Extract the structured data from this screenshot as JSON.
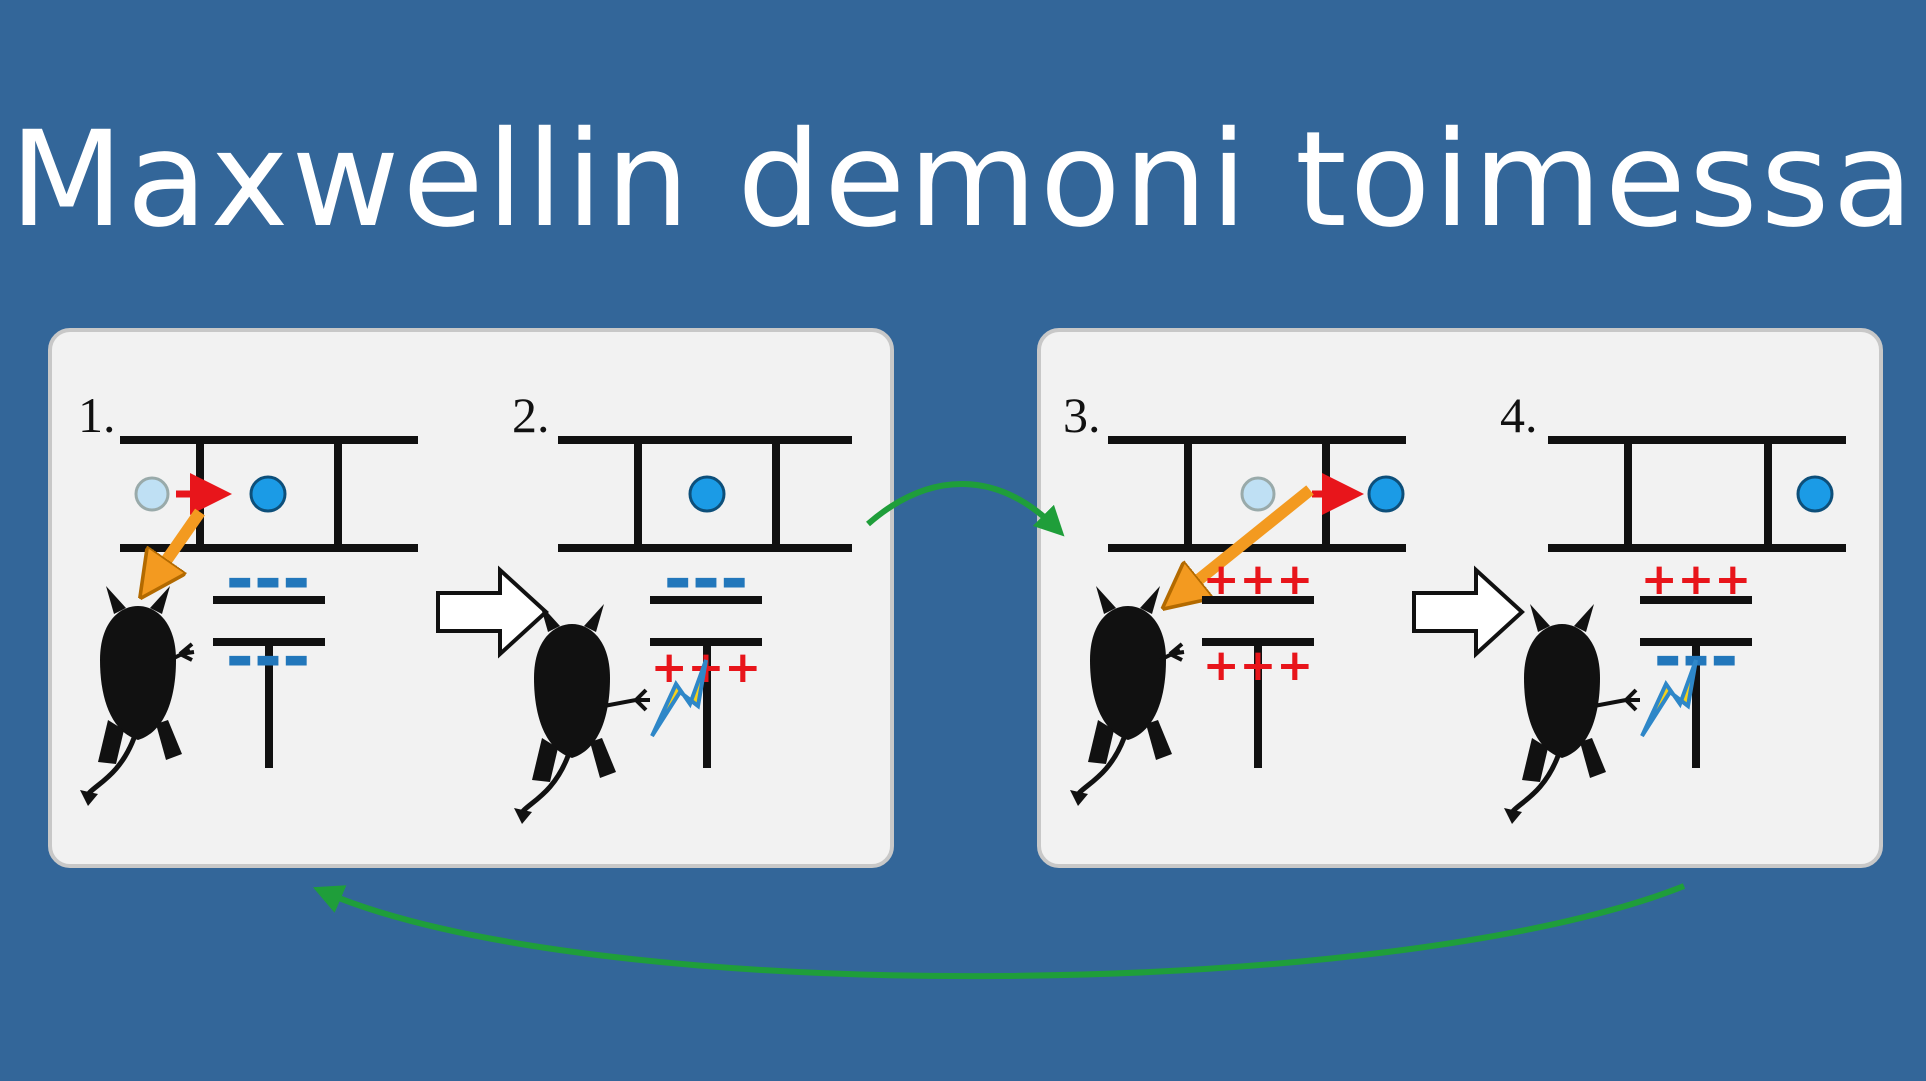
{
  "title": "Maxwellin demoni toimessa",
  "steps": [
    {
      "label": "1.",
      "top_charge": "---",
      "bottom_charge": "---"
    },
    {
      "label": "2.",
      "top_charge": "---",
      "bottom_charge": "+++"
    },
    {
      "label": "3.",
      "top_charge": "+++",
      "bottom_charge": "+++"
    },
    {
      "label": "4.",
      "top_charge": "+++",
      "bottom_charge": "---"
    }
  ],
  "colors": {
    "background": "#336699",
    "panel": "#f2f2f2",
    "particle": "#1b9be6",
    "particle_ghost": "#bfe0f4",
    "red_arrow": "#e8151b",
    "orange_arrow": "#f39a20",
    "green_arrow": "#1f9e3a",
    "minus": "#2277bb",
    "plus": "#e8151b"
  }
}
